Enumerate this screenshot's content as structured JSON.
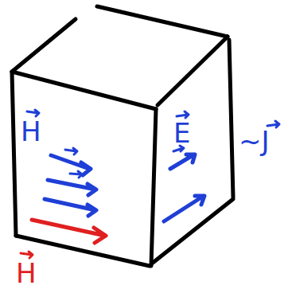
{
  "diagram": {
    "labels": [
      "H",
      "E",
      "~J",
      "H"
    ]
  }
}
